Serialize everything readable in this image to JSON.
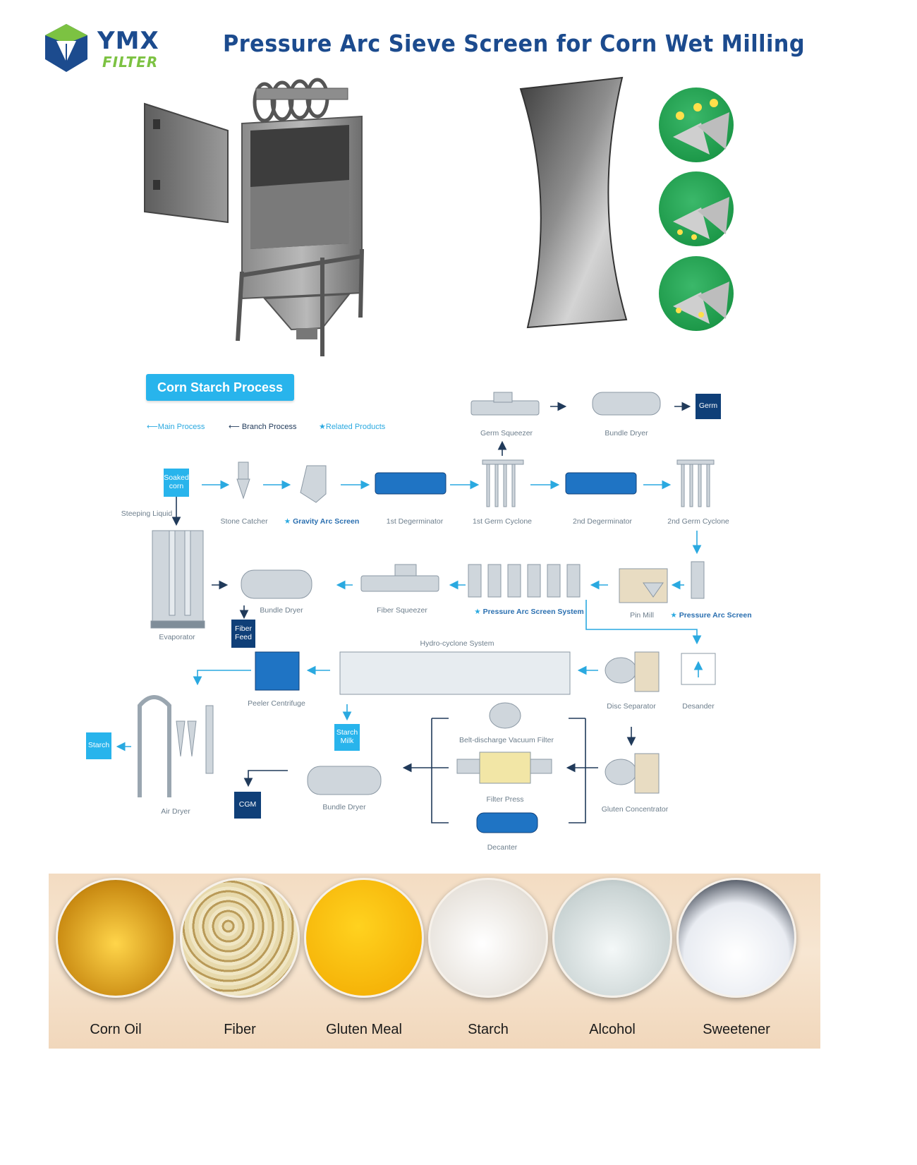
{
  "header": {
    "logo_text_1": "YMX",
    "logo_text_2": "FILTER",
    "title": "Pressure  Arc Sieve Screen for Corn Wet Milling"
  },
  "process": {
    "title": "Corn Starch Process",
    "legend": {
      "main": "Main Process",
      "branch": "Branch Process",
      "related": "Related Products"
    },
    "nodes": {
      "soaked_corn": "Soaked corn",
      "steeping_liquid": "Steeping Liquid",
      "stone_catcher": "Stone Catcher",
      "gravity_arc_screen": "Gravity Arc Screen",
      "degerminator_1": "1st Degerminator",
      "germ_cyclone_1": "1st Germ Cyclone",
      "degerminator_2": "2nd Degerminator",
      "germ_cyclone_2": "2nd Germ Cyclone",
      "germ_squeezer": "Germ Squeezer",
      "bundle_dryer_top": "Bundle Dryer",
      "germ": "Germ",
      "evaporator": "Evaporator",
      "bundle_dryer_mid": "Bundle Dryer",
      "fiber_feed": "Fiber Feed",
      "fiber_squeezer": "Fiber Squeezer",
      "pressure_arc_screen_system": "Pressure Arc Screen System",
      "pin_mill": "Pin Mill",
      "pressure_arc_screen": "Pressure Arc Screen",
      "hydrocyclone_system": "Hydro-cyclone System",
      "peeler_centrifuge": "Peeler Centrifuge",
      "disc_separator": "Disc Separator",
      "desander": "Desander",
      "starch_milk": "Starch Milk",
      "starch": "Starch",
      "air_dryer": "Air Dryer",
      "belt_vacuum_filter": "Belt-discharge Vacuum Filter",
      "filter_press": "Filter Press",
      "decanter": "Decanter",
      "gluten_concentrator": "Gluten Concentrator",
      "bundle_dryer_bottom": "Bundle Dryer",
      "cgm": "CGM"
    }
  },
  "products": [
    {
      "label": "Corn Oil",
      "color": "#d9a520"
    },
    {
      "label": "Fiber",
      "color": "#d8c48e"
    },
    {
      "label": "Gluten Meal",
      "color": "#f2b400"
    },
    {
      "label": "Starch",
      "color": "#f4f1ec"
    },
    {
      "label": "Alcohol",
      "color": "#dfe6e6"
    },
    {
      "label": "Sweetener",
      "color": "#eef0f4"
    }
  ],
  "colors": {
    "brand_blue": "#1c4b8e",
    "brand_green": "#7cc242",
    "accent": "#28b4ec",
    "dark_box": "#0f3f78"
  }
}
